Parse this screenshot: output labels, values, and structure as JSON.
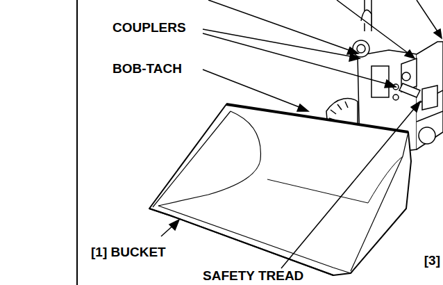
{
  "diagram": {
    "labels": [
      "COUPLERS",
      "BOB-TACH",
      "[1] BUCKET",
      "[3]",
      "SAFETY TREAD"
    ]
  }
}
